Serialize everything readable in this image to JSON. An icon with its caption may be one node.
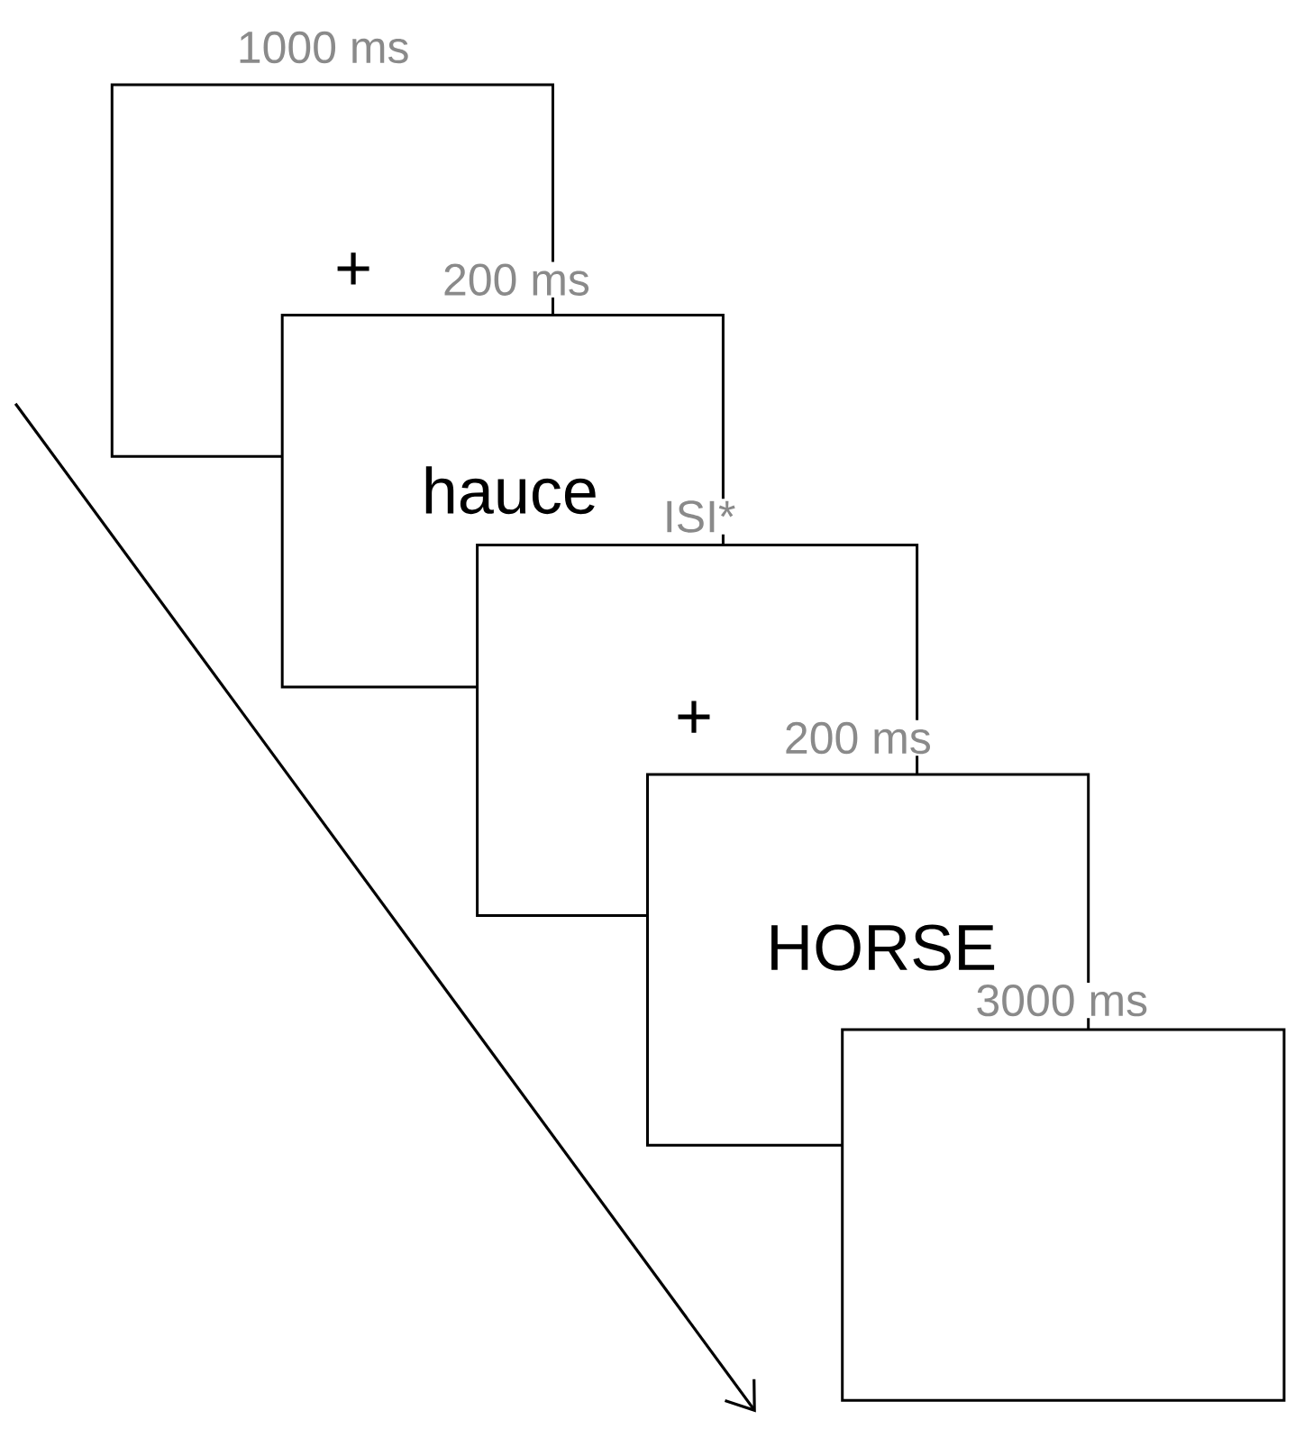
{
  "diagram": {
    "nodes": [
      {
        "text": [
          "+"
        ],
        "beside": [
          "1000 ms"
        ]
      },
      {
        "text": [
          "hauce"
        ],
        "beside": [
          "200 ms"
        ]
      },
      {
        "text": [
          "+"
        ],
        "beside": [
          "ISI*"
        ]
      },
      {
        "text": [
          "HORSE"
        ],
        "beside": [
          "200 ms"
        ]
      },
      {
        "text": [],
        "shape": "box",
        "beside": [
          "3000 ms"
        ]
      }
    ]
  }
}
